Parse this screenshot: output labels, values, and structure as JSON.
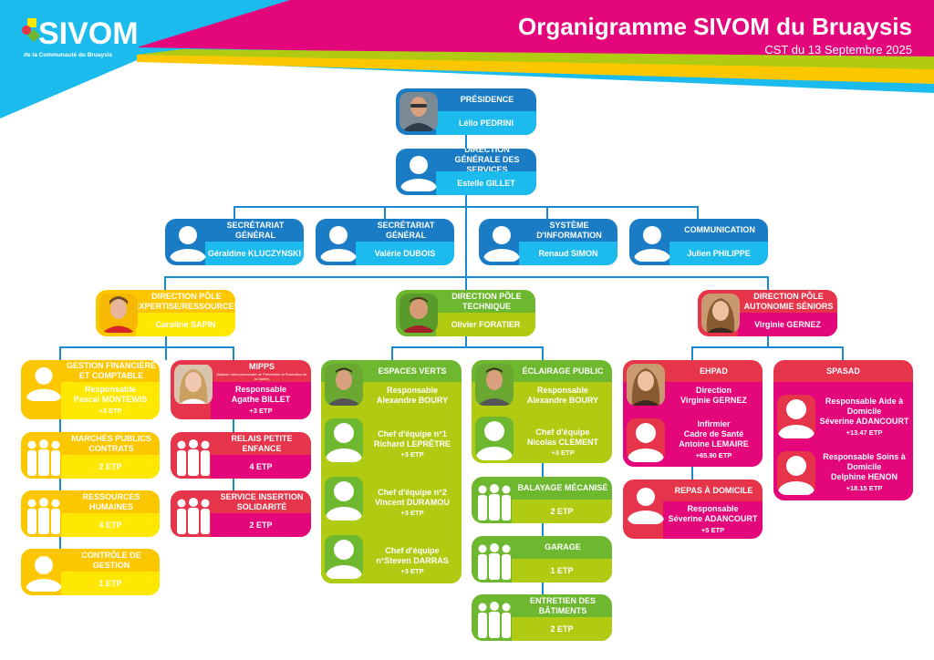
{
  "header": {
    "logo_word": "SIVOM",
    "logo_sub": "de la Communauté du Bruaysis",
    "title": "Organigramme SIVOM du Bruaysis",
    "subtitle": "CST du 13 Septembre  2025"
  },
  "colors": {
    "blue_dark": "#1a7cc4",
    "blue_light": "#1cbbee",
    "yellow_dark": "#fdc700",
    "yellow_light": "#ffe800",
    "green_dark": "#6db82e",
    "green_light": "#b1cb12",
    "red": "#e6344a",
    "magenta": "#e4077b",
    "connector": "#1a8ad0"
  },
  "presidence": {
    "title": "PRÉSIDENCE",
    "name": "Lélio PEDRINI"
  },
  "dgs": {
    "title": "DIRECTION GÉNÉRALE DES SERVICES",
    "name": "Estelle GILLET"
  },
  "staff": [
    {
      "title": "SECRÉTARIAT GÉNÉRAL",
      "name": "Géraldine KLUCZYNSKI"
    },
    {
      "title": "SECRÉTARIAT GÉNÉRAL",
      "name": "Valérie DUBOIS"
    },
    {
      "title": "SYSTÈME D'INFORMATION",
      "name": "Renaud SIMON"
    },
    {
      "title": "COMMUNICATION",
      "name": "Julien PHILIPPE"
    }
  ],
  "poles": {
    "expertise": {
      "title": "DIRECTION PÔLE EXPERTISE/RESSOURCES",
      "name": "Caroline SAPIN",
      "services": {
        "gestion": {
          "title": "GESTION FINANCIÈRE ET COMPTABLE",
          "role": "Responsable",
          "name": "Pascal MONTEWIS",
          "etp": "+3 ETP"
        },
        "marches": {
          "title": "MARCHÉS PUBLICS CONTRATS",
          "etp": "2 ETP"
        },
        "rh": {
          "title": "RESSOURCES HUMAINES",
          "etp": "4 ETP"
        },
        "controle": {
          "title": "CONTRÔLE DE GESTION",
          "etp": "1 ETP"
        },
        "mipps": {
          "title": "MIPPS",
          "subtitle": "(Maison Intercommunale de Prévention et Promotion de la Santé)",
          "role": "Responsable",
          "name": "Agathe BILLET",
          "etp": "+3 ETP"
        },
        "relais": {
          "title": "RELAIS PETITE ENFANCE",
          "etp": "4 ETP"
        },
        "insertion": {
          "title": "SERVICE INSERTION SOLIDARITÉ",
          "etp": "2 ETP"
        }
      }
    },
    "technique": {
      "title": "DIRECTION PÔLE TECHNIQUE",
      "name": "Olivier FORATIER",
      "services": {
        "espaces_verts": {
          "title": "ESPACES VERTS",
          "role": "Responsable",
          "name": "Alexandre BOURY",
          "chefs": [
            {
              "role": "Chef d'équipe n°1",
              "name": "Richard LEPRÊTRE",
              "etp": "+3 ETP"
            },
            {
              "role": "Chef d'équipe n°2",
              "name": "Vincent DURAMOU",
              "etp": "+3 ETP"
            },
            {
              "role": "Chef d'équipe",
              "name": "n°Steven DARRAS",
              "etp": "+3 ETP"
            }
          ]
        },
        "eclairage": {
          "title": "ÉCLAIRAGE PUBLIC",
          "role": "Responsable",
          "name": "Alexandre BOURY",
          "chef": {
            "role": "Chef d'équipe",
            "name": "Nicolas CLEMENT",
            "etp": "+3 ETP"
          }
        },
        "balayage": {
          "title": "BALAYAGE MÉCANISÉ",
          "etp": "2 ETP"
        },
        "garage": {
          "title": "GARAGE",
          "etp": "1 ETP"
        },
        "entretien": {
          "title": "ENTRETIEN DES BÂTIMENTS",
          "etp": "2 ETP"
        }
      }
    },
    "seniors": {
      "title": "DIRECTION PÔLE AUTONOMIE SÉNIORS",
      "name": "Virginie GERNEZ",
      "services": {
        "ehpad": {
          "title": "EHPAD",
          "role": "Direction",
          "name": "Virginie GERNEZ",
          "second_role_1": "Infirmier",
          "second_role_2": "Cadre de Santé",
          "second_name": "Antoine LEMAIRE",
          "etp": "+65.90 ETP"
        },
        "repas": {
          "title": "REPAS À DOMICILE",
          "role": "Responsable",
          "name": "Séverine ADANCOURT",
          "etp": "+5 ETP"
        },
        "spasad": {
          "title": "SPASAD",
          "people": [
            {
              "role_1": "Responsable Aide à",
              "role_2": "Domicile",
              "name": "Séverine ADANCOURT",
              "etp": "+13.47 ETP"
            },
            {
              "role_1": "Responsable Soins à",
              "role_2": "Domicile",
              "name": "Delphine HENON",
              "etp": "+18.15 ETP"
            }
          ]
        }
      }
    }
  }
}
